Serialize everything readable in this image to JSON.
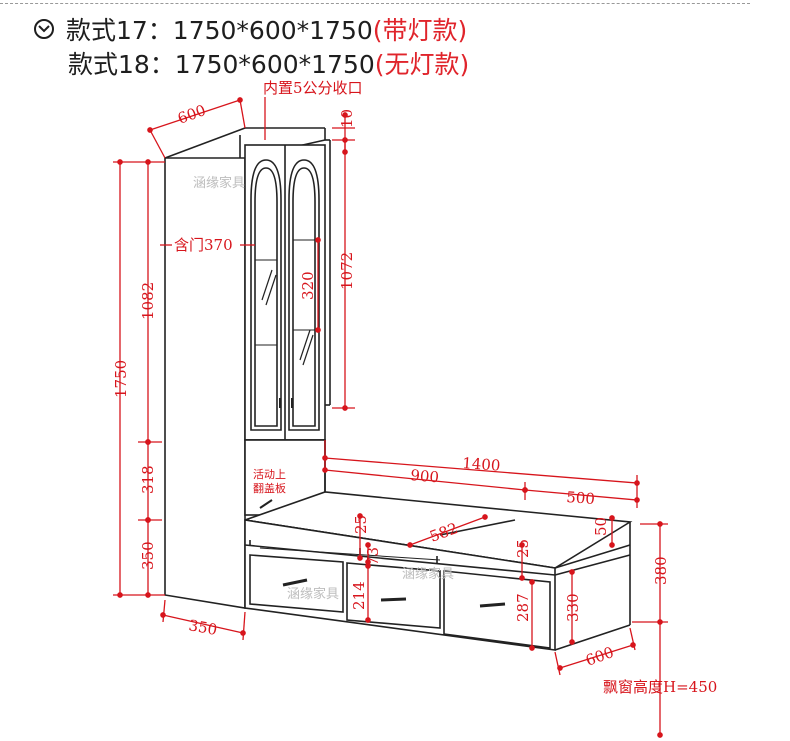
{
  "header": {
    "line1_prefix": "款式17：1750*600*1750",
    "line1_suffix": "(带灯款)",
    "line2_prefix": "款式18：1750*600*1750",
    "line2_suffix": "(无灯款)"
  },
  "labels": {
    "inner_trim": "内置5公分收口",
    "door_label": "含门370",
    "flip_line1": "活动上",
    "flip_line2": "翻盖板",
    "bay_height": "飘窗高度H=450",
    "watermark": "涵缘家具"
  },
  "dimensions": {
    "top_depth": "600",
    "top_trim": "10",
    "cabinet_height": "1072",
    "shelf_gap": "320",
    "total_height": "1750",
    "upper_height": "1082",
    "middle_height": "318",
    "lower_height": "350",
    "base_width": "350",
    "bench_length": "1400",
    "bench_left": "900",
    "bench_right": "500",
    "lid_thickness_left": "25",
    "lid_depth": "582",
    "lid_thickness_right": "25",
    "back_height": "50",
    "drawer_top": "73",
    "drawer_mid": "214",
    "drawer_right": "287",
    "bench_inner": "330",
    "bench_height": "380",
    "bench_depth": "600"
  },
  "colors": {
    "dimension_red": "#d7151c",
    "outline": "#222222"
  }
}
